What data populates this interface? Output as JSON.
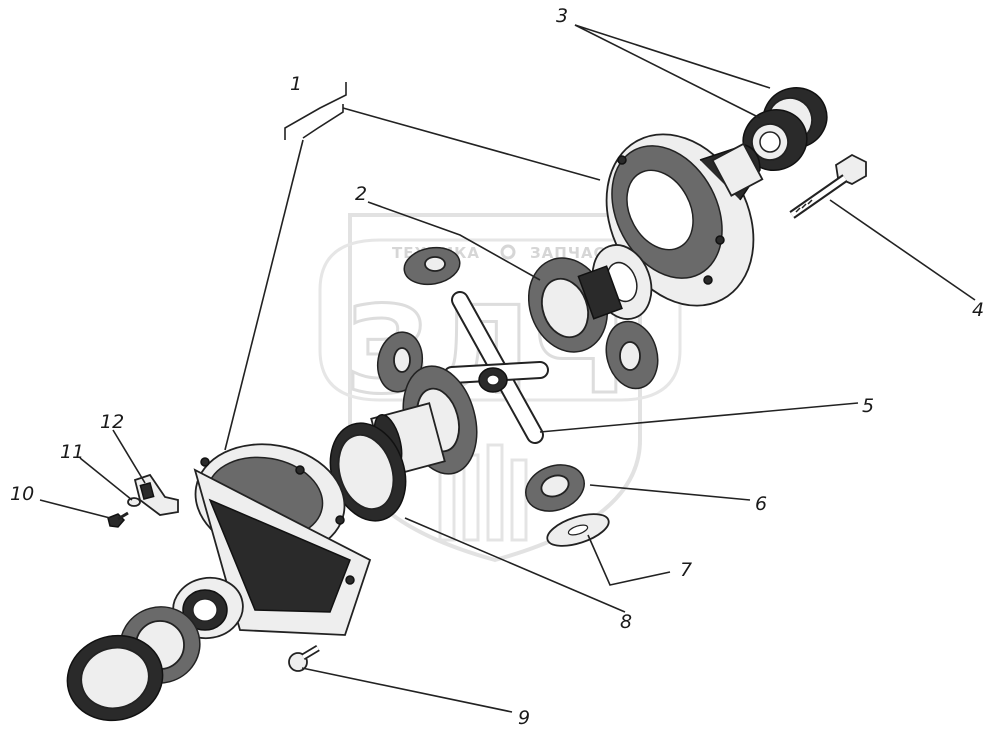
{
  "watermark": {
    "left_text": "ТЕХНИКА",
    "right_text": "ЗАПЧАСТИ",
    "mark": "ЗЛЧ",
    "star_icon": "gear-star-icon"
  },
  "callouts": [
    {
      "id": "1",
      "text": "1"
    },
    {
      "id": "2",
      "text": "2"
    },
    {
      "id": "3",
      "text": "3"
    },
    {
      "id": "4",
      "text": "4"
    },
    {
      "id": "5",
      "text": "5"
    },
    {
      "id": "6",
      "text": "6"
    },
    {
      "id": "7",
      "text": "7"
    },
    {
      "id": "8",
      "text": "8"
    },
    {
      "id": "9",
      "text": "9"
    },
    {
      "id": "10",
      "text": "10"
    },
    {
      "id": "11",
      "text": "11"
    },
    {
      "id": "12",
      "text": "12"
    }
  ]
}
